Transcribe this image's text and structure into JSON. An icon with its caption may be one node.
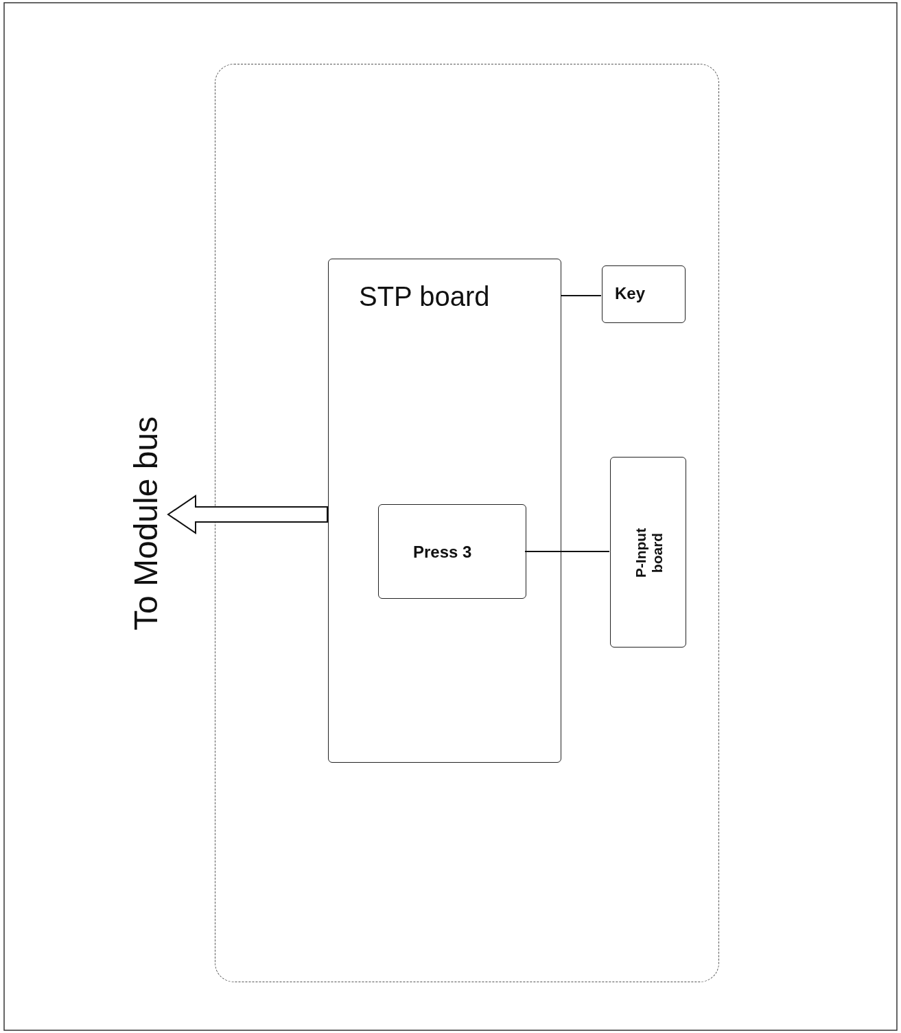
{
  "diagram": {
    "nodes": [
      {
        "text": [],
        "shape": "box"
      },
      {
        "text": [
          "STP board"
        ],
        "in": 0
      },
      {
        "text": [
          "Key"
        ],
        "in": 0
      },
      {
        "text": [
          "Press 3"
        ],
        "in": 1
      },
      {
        "text": [
          "P-Input board"
        ],
        "in": 0
      }
    ],
    "edges": [
      {
        "from": 1,
        "to": 2,
        "arrow": "none"
      },
      {
        "from": 3,
        "to": 4,
        "arrow": "none"
      },
      {
        "from": 1,
        "to": null,
        "arrow": "to",
        "style": "thick"
      }
    ],
    "labels": [
      "To Module bus"
    ]
  }
}
